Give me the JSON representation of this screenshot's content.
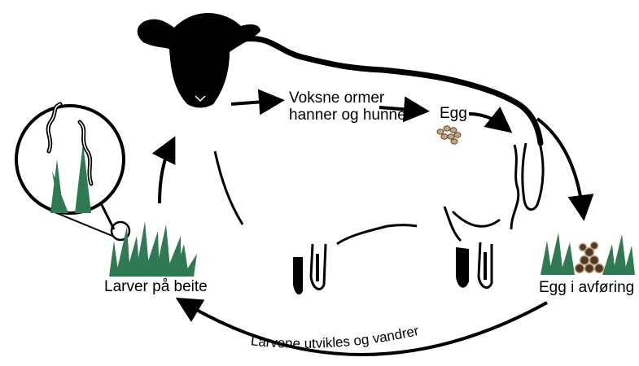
{
  "labels": {
    "adult_worms": "Voksne ormer hanner og hunner",
    "eggs": "Egg",
    "larvae_on_pasture": "Larver på beite",
    "eggs_in_feces": "Egg i avføring",
    "larvae_develop_migrate": "Larvene utvikles og vandrer"
  },
  "colors": {
    "outline": "#000000",
    "grass": "#2f7a53",
    "egg": "#c9a27a",
    "dung": "#4a3a2a"
  },
  "icons": [
    "sheep-icon",
    "grass-icon",
    "egg-icon",
    "dung-icon",
    "magnifier-icon",
    "larva-icon"
  ]
}
